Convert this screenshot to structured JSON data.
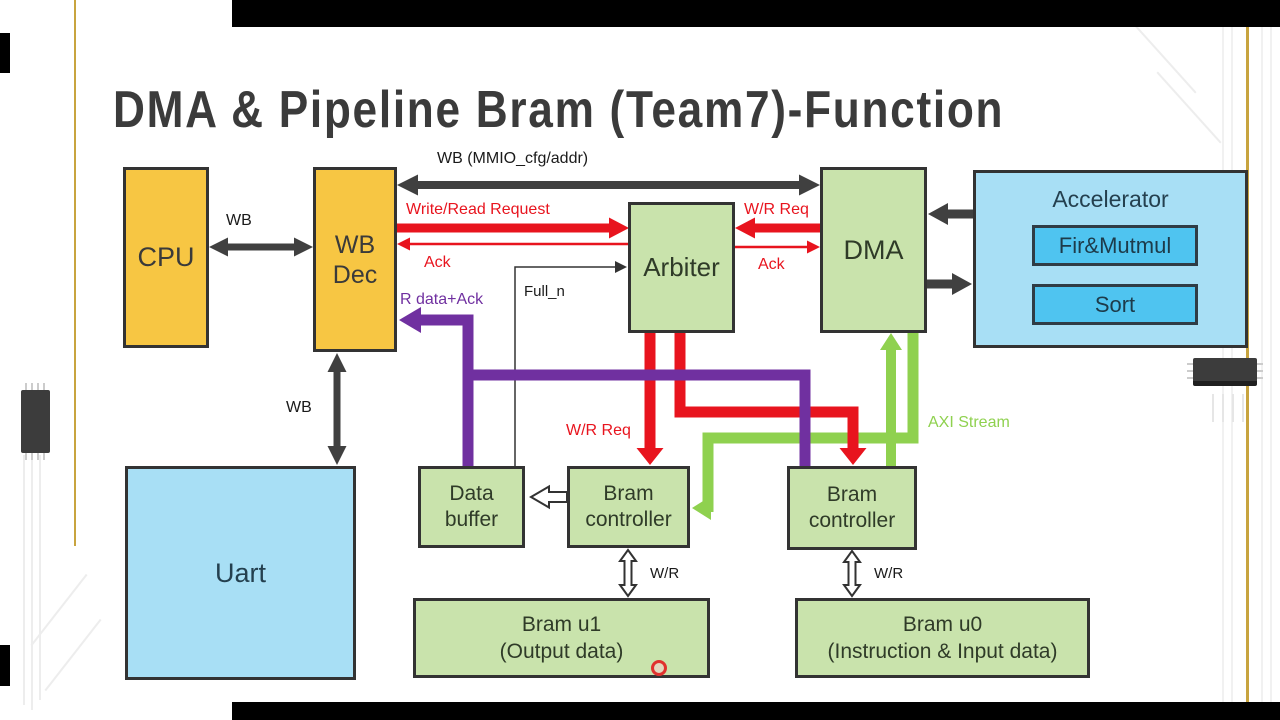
{
  "title": "DMA & Pipeline Bram (Team7)-Function",
  "colors": {
    "box_yellow": "#F7C643",
    "box_green": "#C9E3AC",
    "box_blue": "#A8DFF5",
    "box_inner_blue": "#4FC4F0",
    "wire_red": "#E8141E",
    "wire_purple": "#7030A0",
    "wire_green": "#8FD14F",
    "wire_dark": "#404040",
    "trace_gold": "#C8A43F",
    "title_gray": "#3b3b3b"
  },
  "blocks": {
    "cpu": {
      "label": "CPU"
    },
    "wb_dec": {
      "line1": "WB",
      "line2": "Dec"
    },
    "arbiter": {
      "label": "Arbiter"
    },
    "dma": {
      "label": "DMA"
    },
    "accelerator": {
      "label": "Accelerator",
      "sub1": "Fir&Mutmul",
      "sub2": "Sort"
    },
    "uart": {
      "label": "Uart"
    },
    "data_buffer": {
      "line1": "Data",
      "line2": "buffer"
    },
    "bram_controller_left": {
      "line1": "Bram",
      "line2": "controller"
    },
    "bram_controller_right": {
      "line1": "Bram",
      "line2": "controller"
    },
    "bram_u1": {
      "line1": "Bram u1",
      "line2": "(Output data)"
    },
    "bram_u0": {
      "line1": "Bram u0",
      "line2": "(Instruction & Input data)"
    }
  },
  "labels": {
    "wb_cpu": "WB",
    "wb_mmio": "WB (MMIO_cfg/addr)",
    "write_read_request": "Write/Read Request",
    "ack_left": "Ack",
    "wr_req_top": "W/R Req",
    "ack_right": "Ack",
    "r_data_ack": "R data+Ack",
    "full_n": "Full_n",
    "wb_uart": "WB",
    "wr_req_down": "W/R Req",
    "axi_stream": "AXI Stream",
    "wr_left": "W/R",
    "wr_right": "W/R"
  }
}
